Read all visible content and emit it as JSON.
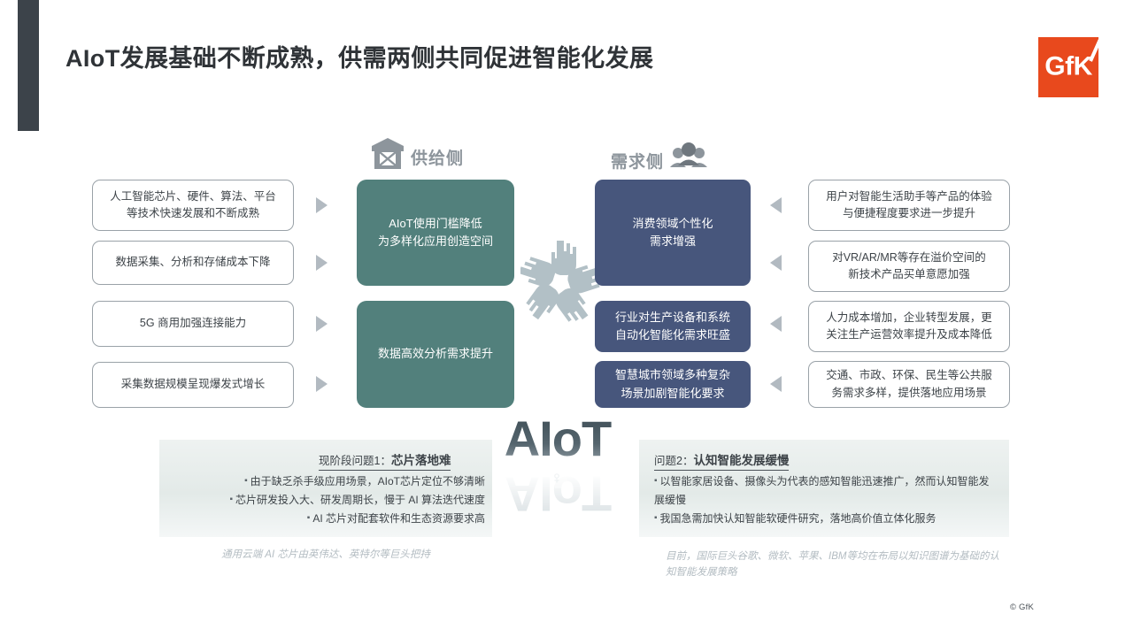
{
  "header": {
    "title": "AIoT发展基础不断成熟，供需两侧共同促进智能化发展",
    "logo_text": "GfK",
    "logo_color": "#e8491d"
  },
  "sections": {
    "supply_label": "供给侧",
    "supply_icon": "barn-icon",
    "demand_label": "需求侧",
    "demand_icon": "people-group-icon"
  },
  "colors": {
    "accent_bar": "#3c434a",
    "teal": "#52807c",
    "navy": "#47567c",
    "outline": "#9aa2a8",
    "arrow": "#b2bac1",
    "brand_orange": "#e8491d"
  },
  "left_column": [
    {
      "text": "人工智能芯片、硬件、算法、平台\n等技术快速发展和不断成熟"
    },
    {
      "text": "数据采集、分析和存储成本下降"
    },
    {
      "text": "5G 商用加强连接能力"
    },
    {
      "text": "采集数据规模呈现爆发式增长"
    }
  ],
  "center_column": [
    {
      "text": "AIoT使用门槛降低\n为多样化应用创造空间"
    },
    {
      "text": "数据高效分析需求提升"
    }
  ],
  "navy_column": [
    {
      "text": "消费领域个性化\n需求增强"
    },
    {
      "text": "行业对生产设备和系统\n自动化智能化需求旺盛"
    },
    {
      "text": "智慧城市领域多种复杂\n场景加剧智能化要求"
    }
  ],
  "right_column": [
    {
      "text": "用户对智能生活助手等产品的体验\n与便捷程度要求进一步提升"
    },
    {
      "text": "对VR/AR/MR等存在溢价空间的\n新技术产品买单意愿加强"
    },
    {
      "text": "人力成本增加，企业转型发展，更\n关注生产运营效率提升及成本降低"
    },
    {
      "text": "交通、市政、环保、民生等公共服\n务需求多样，提供落地应用场景"
    }
  ],
  "watermark": {
    "text": "AIoT",
    "reflection": "AIoT",
    "icon": "ai-head-icon"
  },
  "bottom_left": {
    "heading_prefix": "现阶段问题1：",
    "heading_strong": "芯片落地难",
    "items": [
      "由于缺乏杀手级应用场景，AIoT芯片定位不够清晰",
      "芯片研发投入大、研发周期长，慢于 AI 算法迭代速度",
      "AI 芯片对配套软件和生态资源要求高"
    ],
    "note": "通用云端 AI 芯片由英伟达、英特尔等巨头把持"
  },
  "bottom_right": {
    "heading_prefix": "问题2：",
    "heading_strong": "认知智能发展缓慢",
    "items": [
      "以智能家居设备、摄像头为代表的感知智能迅速推广，然而认知智能发展缓慢",
      "我国急需加快认知智能软硬件研究，落地高价值立体化服务"
    ],
    "note": "目前，国际巨头谷歌、微软、苹果、IBM等均在布局以知识图谱为基础的认知智能发展策略"
  },
  "footer": {
    "copyright": "© GfK"
  }
}
